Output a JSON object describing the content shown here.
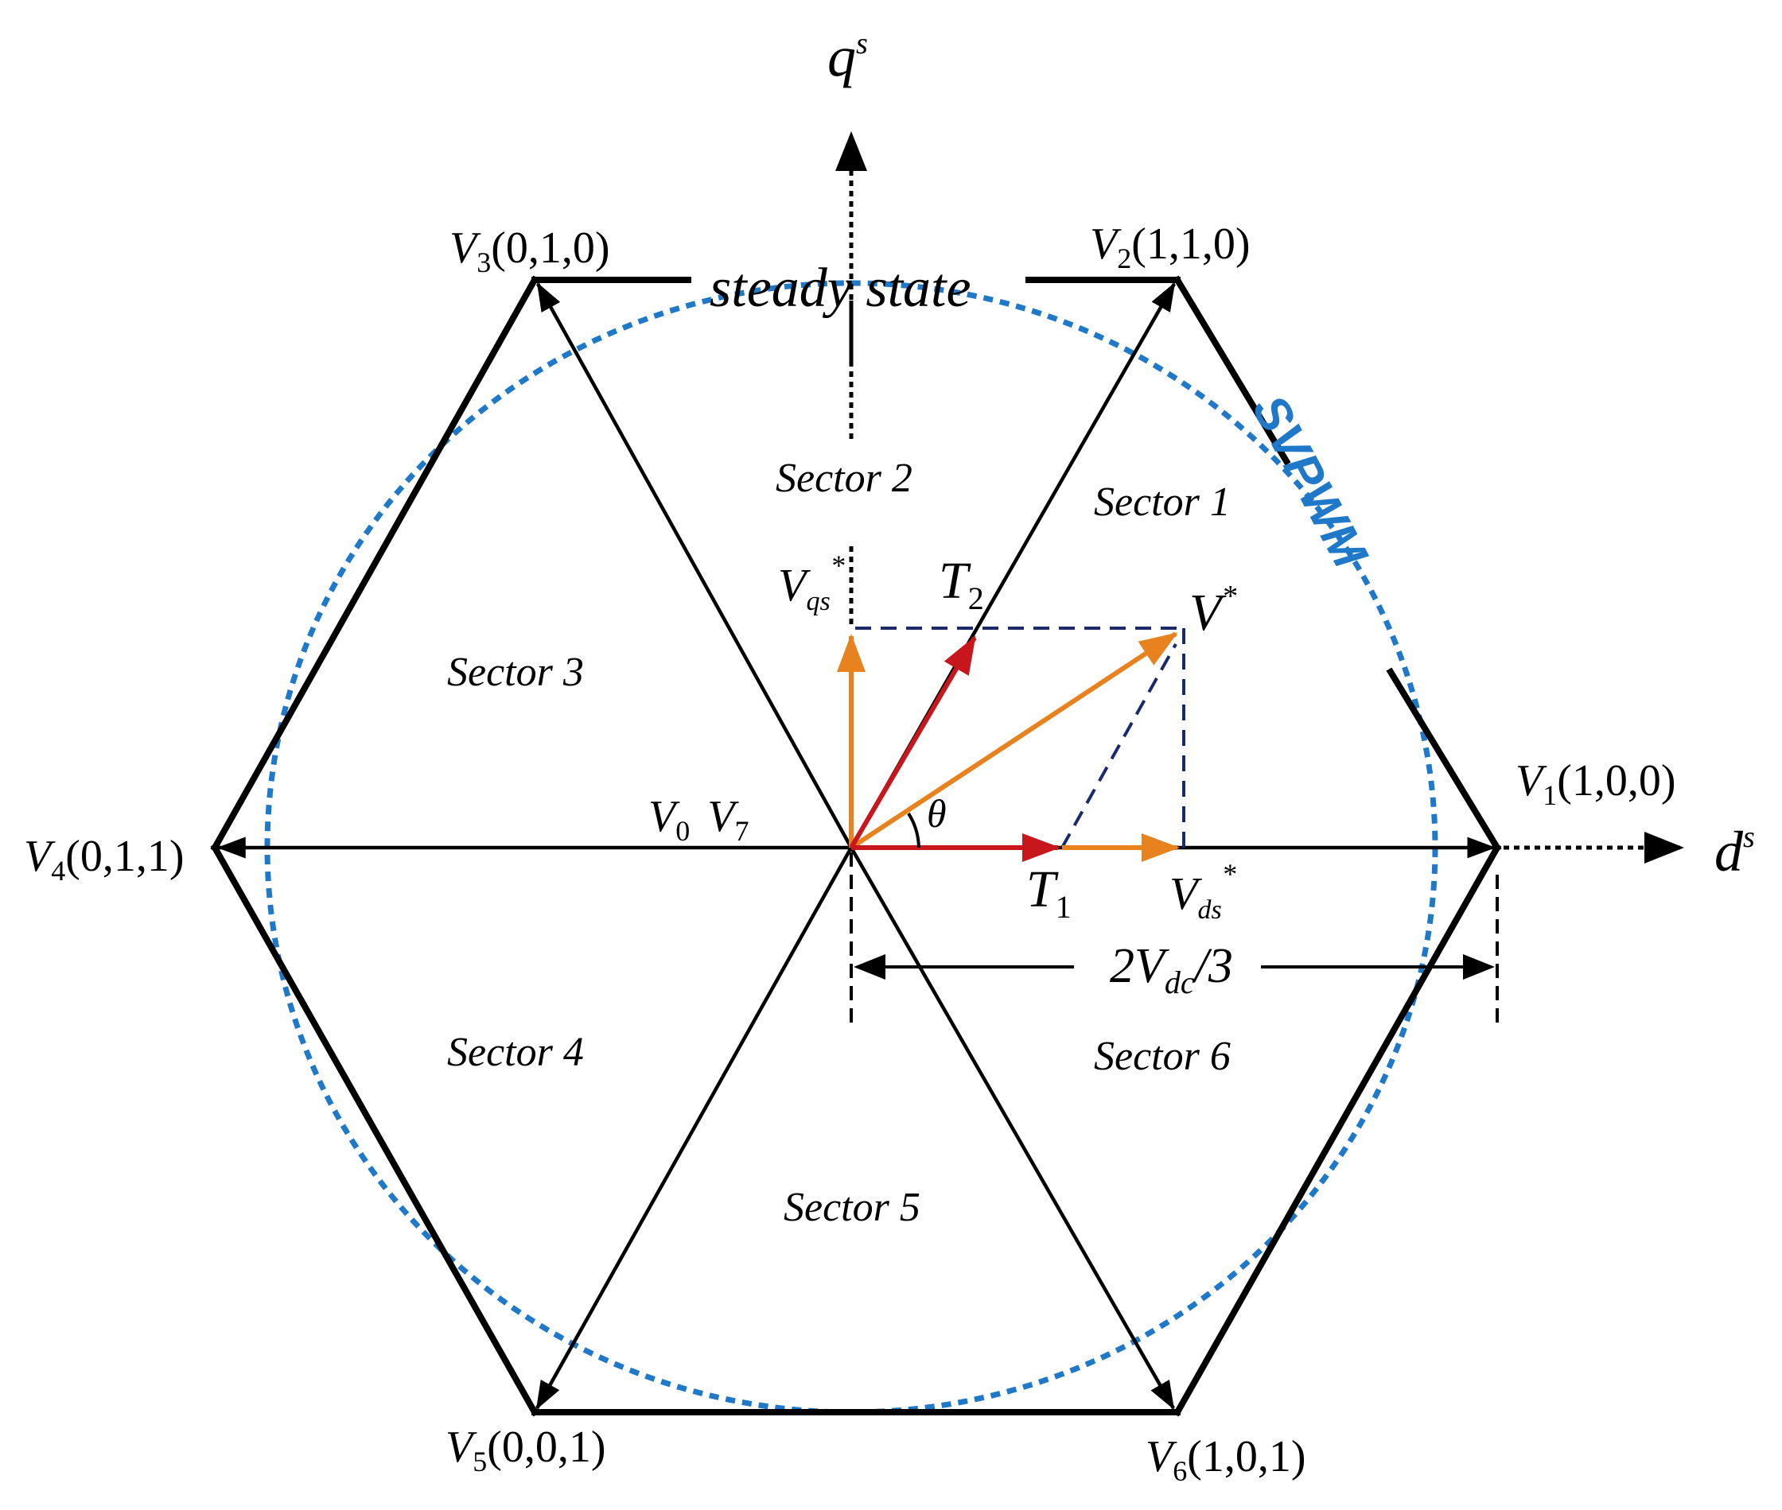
{
  "colors": {
    "hexagon": "#000000",
    "circle": "#1f78c8",
    "orange": "#e8821e",
    "red": "#c8161d",
    "dash": "#1a2a6b"
  },
  "axes": {
    "q_main": "q",
    "q_sup": "s",
    "d_main": "d",
    "d_sup": "s"
  },
  "vectors": {
    "v1": {
      "main": "V",
      "sub": "1",
      "code": "(1,0,0)"
    },
    "v2": {
      "main": "V",
      "sub": "2",
      "code": "(1,1,0)"
    },
    "v3": {
      "main": "V",
      "sub": "3",
      "code": "(0,1,0)"
    },
    "v4": {
      "main": "V",
      "sub": "4",
      "code": "(0,1,1)"
    },
    "v5": {
      "main": "V",
      "sub": "5",
      "code": "(0,0,1)"
    },
    "v6": {
      "main": "V",
      "sub": "6",
      "code": "(1,0,1)"
    },
    "v0_main": "V",
    "v0_sub": "0",
    "v7_main": "V",
    "v7_sub": "7"
  },
  "sectors": [
    "Sector 1",
    "Sector 2",
    "Sector 3",
    "Sector 4",
    "Sector 5",
    "Sector 6"
  ],
  "labels": {
    "steady_state": "steady state",
    "svpwm": "SVPWM",
    "theta": "θ",
    "vref_main": "V",
    "vref_sup": "*",
    "vqs_main": "V",
    "vqs_sub": "qs",
    "vqs_sup": "*",
    "vds_main": "V",
    "vds_sub": "ds",
    "vds_sup": "*",
    "t1_main": "T",
    "t1_sub": "1",
    "t2_main": "T",
    "t2_sub": "2",
    "dc_pre": "2V",
    "dc_sub": "dc",
    "dc_post": "/3"
  }
}
